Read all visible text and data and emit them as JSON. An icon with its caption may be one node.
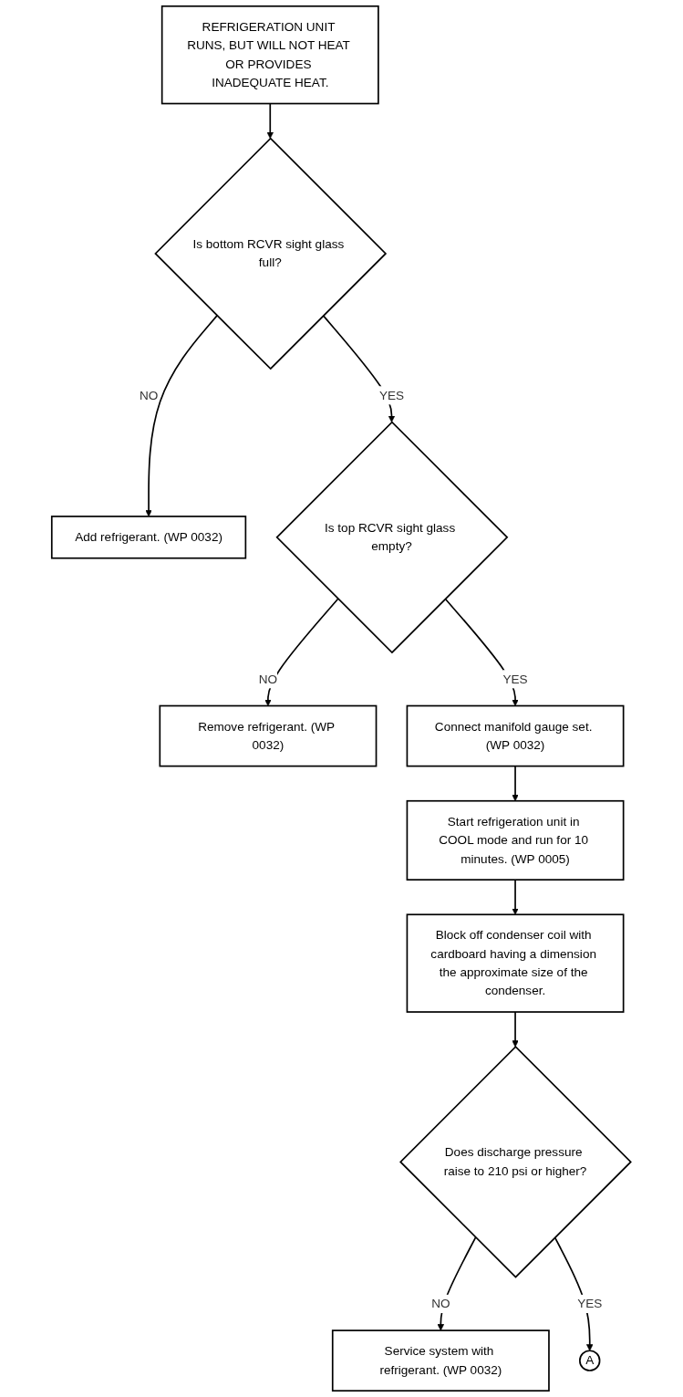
{
  "diagram": {
    "nodes": [
      {
        "text": [
          "REFRIGERATION UNIT RUNS, BUT WILL NOT HEAT OR PROVIDES INADEQUATE HEAT."
        ]
      },
      {
        "text": [
          "Is bottom RCVR sight glass full?"
        ]
      },
      {
        "text": [
          "Add refrigerant. (WP 0032)"
        ]
      },
      {
        "text": [
          "Is top RCVR sight glass empty?"
        ]
      },
      {
        "text": [
          "Remove refrigerant. (WP 0032)"
        ]
      },
      {
        "text": [
          "Connect manifold gauge set. (WP 0032)"
        ]
      },
      {
        "text": [
          "Start refrigeration unit in COOL mode and run for 10 minutes. (WP 0005)"
        ]
      },
      {
        "text": [
          "Block off condenser coil with cardboard having a dimension the approximate size of the condenser."
        ]
      },
      {
        "text": [
          "Does discharge pressure raise to 210 psi or higher?"
        ]
      },
      {
        "text": [
          "Service system with refrigerant. (WP 0032)"
        ]
      },
      {
        "text": [
          "A"
        ]
      }
    ],
    "edges": [
      {
        "from": 0,
        "to": 1,
        "arrow": "to"
      },
      {
        "from": 1,
        "to": 2,
        "arrow": "to",
        "label": "NO"
      },
      {
        "from": 1,
        "to": 3,
        "arrow": "to",
        "label": "YES"
      },
      {
        "from": 3,
        "to": 4,
        "arrow": "to",
        "label": "NO"
      },
      {
        "from": 3,
        "to": 5,
        "arrow": "to",
        "label": "YES"
      },
      {
        "from": 5,
        "to": 6,
        "arrow": "to"
      },
      {
        "from": 6,
        "to": 7,
        "arrow": "to"
      },
      {
        "from": 7,
        "to": 8,
        "arrow": "to"
      },
      {
        "from": 8,
        "to": 9,
        "arrow": "to",
        "label": "NO"
      },
      {
        "from": 8,
        "to": 10,
        "arrow": "to",
        "label": "YES"
      }
    ]
  }
}
